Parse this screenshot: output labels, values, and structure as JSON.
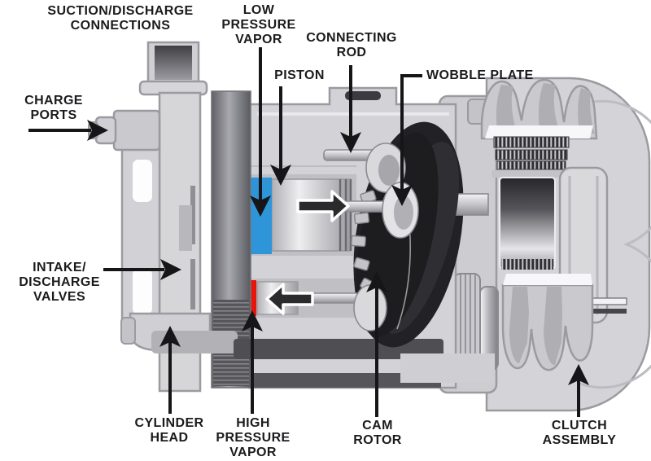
{
  "diagram": {
    "title": "Automotive A/C compressor cutaway diagram",
    "type": "labeled-technical-illustration"
  },
  "labels": {
    "suction_discharge_connections": "SUCTION/DISCHARGE\nCONNECTIONS",
    "low_pressure_vapor": "LOW\nPRESSURE\nVAPOR",
    "connecting_rod": "CONNECTING\nROD",
    "piston": "PISTON",
    "wobble_plate": "WOBBLE PLATE",
    "charge_ports": "CHARGE\nPORTS",
    "intake_discharge_valves": "INTAKE/\nDISCHARGE\nVALVES",
    "cylinder_head": "CYLINDER\nHEAD",
    "high_pressure_vapor": "HIGH\nPRESSURE\nVAPOR",
    "cam_rotor": "CAM\nROTOR",
    "clutch_assembly": "CLUTCH\nASSEMBLY"
  },
  "colors": {
    "background": "#ffffff",
    "label_text": "#1b1b1e",
    "leader_arrow": "#161619",
    "low_pressure_vapor": "#2e96d8",
    "high_pressure_vapor": "#e8150a",
    "body_light": "#d6d6d9",
    "body_outline": "#9a9aa0",
    "valve_plate_dark": "#65656b",
    "mechanism_dark": "#1d1d20",
    "flow_arrow_fill": "#2b2b2e",
    "flow_arrow_outline": "#ffffff"
  },
  "icons": {
    "leader_arrowhead": "▲",
    "flow_right_arrow": "➡",
    "flow_left_arrow": "⬅"
  }
}
